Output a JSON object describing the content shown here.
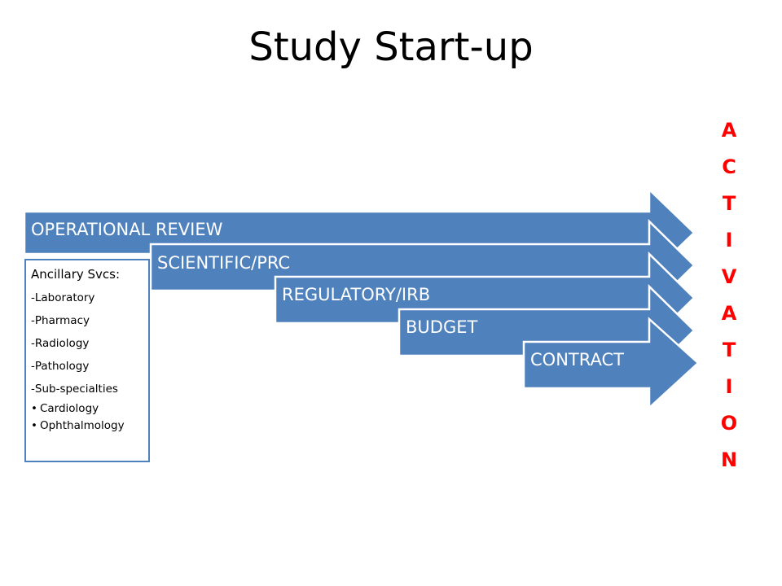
{
  "title": "Study Start-up",
  "colors": {
    "arrow_fill": "#4f81bd",
    "activation_text": "#ff0000"
  },
  "arrows": [
    {
      "label": "OPERATIONAL REVIEW"
    },
    {
      "label": "SCIENTIFIC/PRC"
    },
    {
      "label": "REGULATORY/IRB"
    },
    {
      "label": "BUDGET"
    },
    {
      "label": "CONTRACT"
    }
  ],
  "ancillary": {
    "heading": "Ancillary Svcs:",
    "items": [
      "-Laboratory",
      "-Pharmacy",
      "-Radiology",
      "-Pathology",
      "-Sub-specialties"
    ],
    "sub_items": [
      "Cardiology",
      "Ophthalmology"
    ]
  },
  "activation_letters": [
    "A",
    "C",
    "T",
    "I",
    "V",
    "A",
    "T",
    "I",
    "O",
    "N"
  ]
}
